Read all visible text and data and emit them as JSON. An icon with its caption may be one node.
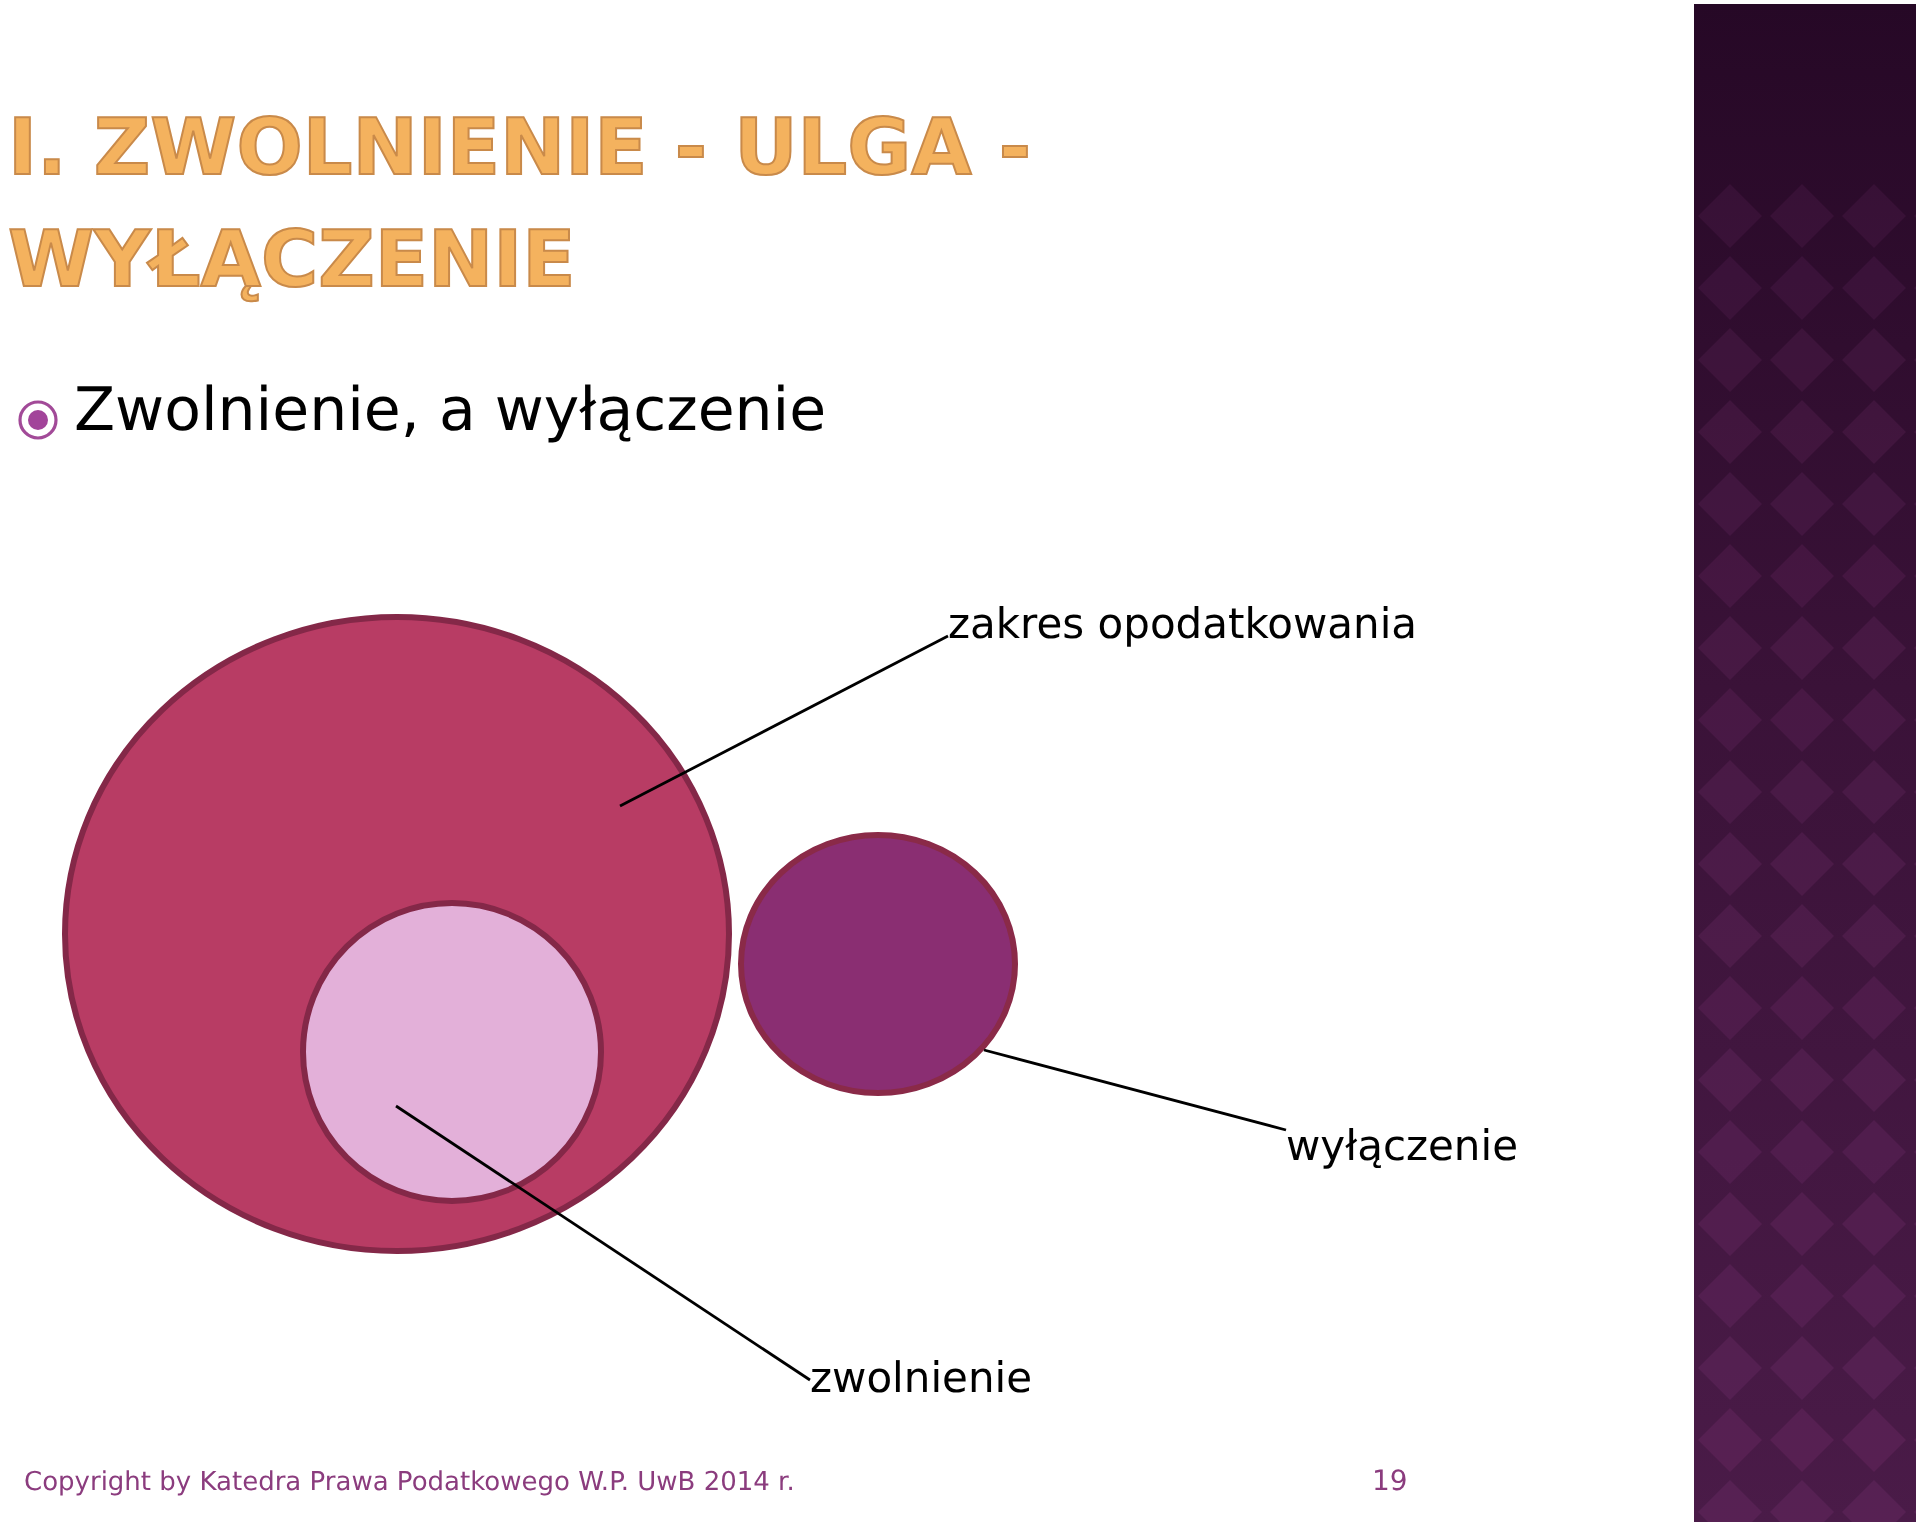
{
  "diagram": {
    "title": "I. ZWOLNIENIE - ULGA - WYŁĄCZENIE",
    "nodes": [
      {
        "text": [
          "zakres opodatkowania"
        ]
      },
      {
        "text": [],
        "shape": "circle"
      },
      {
        "text": [],
        "shape": "circle",
        "in": 1
      },
      {
        "text": [],
        "shape": "circle"
      },
      {
        "text": [
          "wyłączenie"
        ]
      },
      {
        "text": [
          "zwolnienie"
        ]
      }
    ],
    "edges": [
      {
        "from": 0,
        "to": 1,
        "arrow": "none"
      },
      {
        "from": 4,
        "to": 3,
        "arrow": "none"
      },
      {
        "from": 5,
        "to": 2,
        "arrow": "none"
      }
    ],
    "labels": [
      "Zwolnienie, a wyłączenie",
      "Copyright by Katedra Prawa Podatkowego W.P. UwB 2014 r.",
      "19"
    ]
  }
}
